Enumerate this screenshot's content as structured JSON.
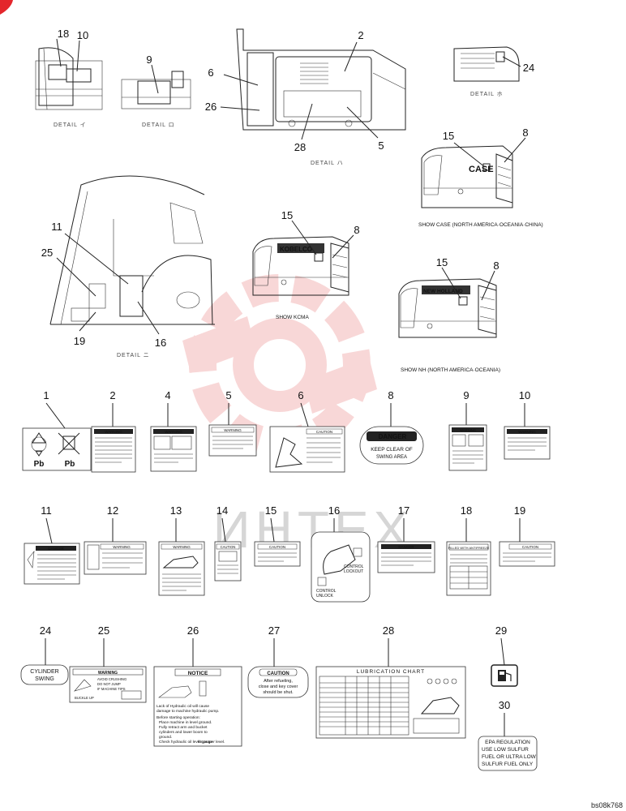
{
  "brand": {
    "red": "#e4262c",
    "watermark_red": "#f3b7b7",
    "watermark_gray": "#d6d6d6"
  },
  "watermark_text": "ИНТЕХ",
  "details": {
    "i": {
      "caption": "DETAIL イ",
      "callouts": [
        "18",
        "10"
      ]
    },
    "ro": {
      "caption": "DETAIL ロ",
      "callouts": [
        "9"
      ]
    },
    "ha": {
      "caption": "DETAIL ハ",
      "callouts": [
        "2",
        "6",
        "26",
        "28",
        "5"
      ]
    },
    "ni": {
      "caption": "DETAIL ホ",
      "callouts": [
        "24"
      ]
    },
    "ho": {
      "caption": "DETAIL ニ",
      "callouts": [
        "11",
        "25",
        "19",
        "16"
      ]
    }
  },
  "shows": {
    "case": {
      "caption": "SHOW CASE (NORTH AMERICA·OCEANIA·CHINA)",
      "callouts": [
        "15",
        "8"
      ],
      "logo": "CASE"
    },
    "kcma": {
      "caption": "SHOW KCMA",
      "callouts": [
        "15",
        "8"
      ],
      "logo": "KOBELCO"
    },
    "nh": {
      "caption": "SHOW NH (NORTH AMERICA·OCEANIA)",
      "callouts": [
        "15",
        "8"
      ],
      "logo": "NEW HOLLAND"
    }
  },
  "labels": [
    {
      "num": "1",
      "kind": "recycle",
      "text": [
        "Pb",
        "Pb"
      ]
    },
    {
      "num": "2",
      "kind": "warning",
      "title": "WARNING"
    },
    {
      "num": "4",
      "kind": "warning",
      "title": "WARNING"
    },
    {
      "num": "5",
      "kind": "warning",
      "title": "WARNING"
    },
    {
      "num": "6",
      "kind": "caution",
      "title": "CAUTION"
    },
    {
      "num": "8",
      "kind": "danger",
      "title": "DANGER",
      "lines": [
        "KEEP CLEAR OF",
        "SWING   AREA"
      ]
    },
    {
      "num": "9",
      "kind": "warning",
      "title": "WARNING"
    },
    {
      "num": "10",
      "kind": "warning",
      "title": "WARNING"
    },
    {
      "num": "11",
      "kind": "danger",
      "title": "DANGER"
    },
    {
      "num": "12",
      "kind": "warning",
      "title": "WARNING"
    },
    {
      "num": "13",
      "kind": "warning",
      "title": "WARNING"
    },
    {
      "num": "14",
      "kind": "caution",
      "title": "CAUTION"
    },
    {
      "num": "15",
      "kind": "caution",
      "title": "CAUTION"
    },
    {
      "num": "16",
      "kind": "lockout",
      "lines": [
        "CONTROL",
        "LOCKOUT",
        "CONTROL",
        "UNLOCK"
      ]
    },
    {
      "num": "17",
      "kind": "danger",
      "title": "DANGER"
    },
    {
      "num": "18",
      "kind": "fill",
      "title": "FILLED WITH ANTIFREEZE"
    },
    {
      "num": "19",
      "kind": "caution",
      "title": "CAUTION"
    },
    {
      "num": "24",
      "kind": "plain",
      "lines": [
        "CYLINDER",
        "SWING"
      ]
    },
    {
      "num": "25",
      "kind": "warning",
      "title": "WARNING",
      "lines": [
        "AVOID CRUSHING",
        "DO NOT JUMP",
        "IF MACHINE TIPS",
        "BUCKLE UP"
      ]
    },
    {
      "num": "26",
      "kind": "notice",
      "title": "NOTICE",
      "lines": [
        "Lack of Hydraulic oil will cause",
        "damage to machine hydraulic pump.",
        "Before starting operation:",
        "Place machine in level ground.",
        "Fully retract arm and bucket",
        "cylinders and lower boom to",
        "ground.",
        "Check hydraulic oil level gauge",
        "for proper level."
      ]
    },
    {
      "num": "27",
      "kind": "caution",
      "title": "CAUTION",
      "lines": [
        "After refueling,",
        "close and key cover",
        "should be shut."
      ]
    },
    {
      "num": "28",
      "kind": "chart",
      "title": "LUBRICATION CHART"
    },
    {
      "num": "29",
      "kind": "fuel"
    },
    {
      "num": "30",
      "kind": "epa",
      "lines": [
        "EPA REGULATION",
        "USE LOW SULFUR",
        "FUEL OR ULTRA LOW",
        "SULFUR FUEL ONLY"
      ]
    }
  ],
  "footer_code": "bs08k768"
}
